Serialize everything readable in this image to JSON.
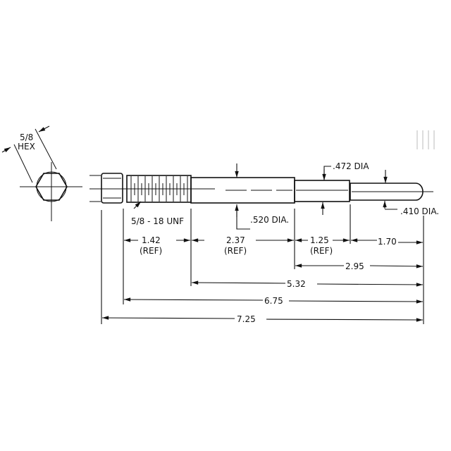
{
  "hex": {
    "size": "5/8",
    "label": "HEX"
  },
  "thread": {
    "label": "5/8 - 18 UNF"
  },
  "diameters": {
    "d1": ".520 DIA.",
    "d2": ".472 DIA",
    "d3": ".410 DIA."
  },
  "dims": {
    "thread_len": "1.42",
    "shank_len": "2.37",
    "mid_len": "1.25",
    "tip_len": "1.70",
    "ref": "(REF)",
    "tip_total": "2.95",
    "from_thread": "5.32",
    "from_nut": "6.75",
    "overall": "7.25"
  }
}
